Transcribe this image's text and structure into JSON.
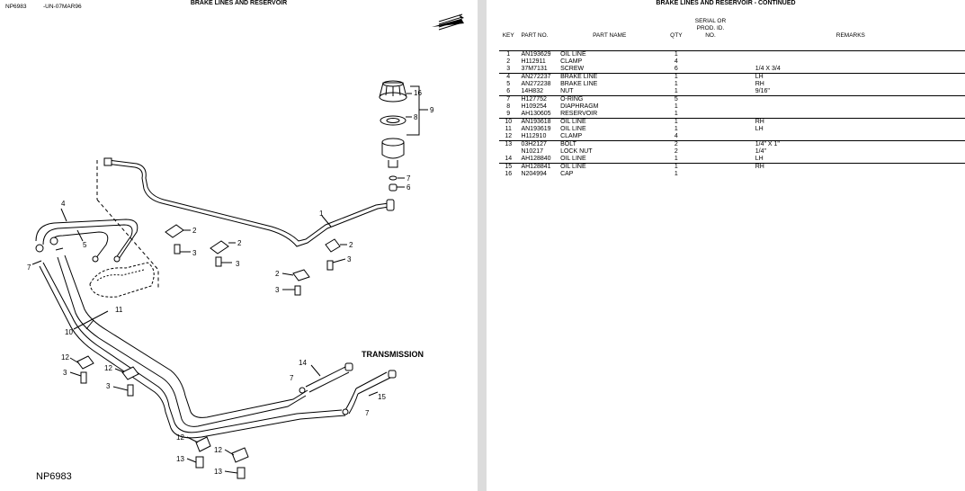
{
  "left_page": {
    "code": "NP6983",
    "date": "-UN-07MAR96",
    "title": "BRAKE LINES AND RESERVOIR",
    "bottom_label": "NP6983",
    "transmission_label": "TRANSMISSION",
    "callouts": [
      "16",
      "8",
      "9",
      "7",
      "6",
      "1",
      "2",
      "3",
      "4",
      "5",
      "7",
      "11",
      "10",
      "12",
      "3",
      "12",
      "3",
      "14",
      "7",
      "15",
      "7",
      "12",
      "13",
      "12",
      "13",
      "2",
      "3",
      "2",
      "3",
      "2",
      "3"
    ]
  },
  "right_page": {
    "title": "BRAKE LINES AND RESERVOIR - CONTINUED",
    "columns": {
      "key": "KEY",
      "part_no": "PART NO.",
      "part_name": "PART NAME",
      "qty": "QTY",
      "serial_line1": "SERIAL OR",
      "serial_line2": "PROD. ID. NO.",
      "remarks": "REMARKS"
    },
    "rows": [
      {
        "key": "1",
        "part_no": "AN193629",
        "name": "OIL LINE",
        "qty": "1",
        "remarks": "",
        "sep": true
      },
      {
        "key": "2",
        "part_no": "H112911",
        "name": "CLAMP",
        "qty": "4",
        "remarks": "",
        "sep": false
      },
      {
        "key": "3",
        "part_no": "37M7131",
        "name": "SCREW",
        "qty": "6",
        "remarks": "1/4 X 3/4",
        "sep": false
      },
      {
        "key": "4",
        "part_no": "AN272237",
        "name": "BRAKE LINE",
        "qty": "1",
        "remarks": "LH",
        "sep": true
      },
      {
        "key": "5",
        "part_no": "AN272238",
        "name": "BRAKE LINE",
        "qty": "1",
        "remarks": "RH",
        "sep": false
      },
      {
        "key": "6",
        "part_no": "14H832",
        "name": "NUT",
        "qty": "1",
        "remarks": "9/16\"",
        "sep": false
      },
      {
        "key": "7",
        "part_no": "H127752",
        "name": "O-RING",
        "qty": "5",
        "remarks": "",
        "sep": true
      },
      {
        "key": "8",
        "part_no": "H109254",
        "name": "DIAPHRAGM",
        "qty": "1",
        "remarks": "",
        "sep": false
      },
      {
        "key": "9",
        "part_no": "AH130605",
        "name": "RESERVOIR",
        "qty": "1",
        "remarks": "",
        "sep": false
      },
      {
        "key": "10",
        "part_no": "AN193618",
        "name": "OIL LINE",
        "qty": "1",
        "remarks": "RH",
        "sep": true
      },
      {
        "key": "11",
        "part_no": "AN193619",
        "name": "OIL LINE",
        "qty": "1",
        "remarks": "LH",
        "sep": false
      },
      {
        "key": "12",
        "part_no": "H112910",
        "name": "CLAMP",
        "qty": "4",
        "remarks": "",
        "sep": false
      },
      {
        "key": "13",
        "part_no": "03H2127",
        "name": "BOLT",
        "qty": "2",
        "remarks": "1/4\" X 1\"",
        "sep": true
      },
      {
        "key": "",
        "part_no": "N10217",
        "name": "LOCK NUT",
        "qty": "2",
        "remarks": "1/4\"",
        "sep": false
      },
      {
        "key": "14",
        "part_no": "AH128840",
        "name": "OIL LINE",
        "qty": "1",
        "remarks": "LH",
        "sep": false
      },
      {
        "key": "15",
        "part_no": "AH128841",
        "name": "OIL LINE",
        "qty": "1",
        "remarks": "RH",
        "sep": true
      },
      {
        "key": "16",
        "part_no": "N204994",
        "name": "CAP",
        "qty": "1",
        "remarks": "",
        "sep": false
      }
    ]
  }
}
